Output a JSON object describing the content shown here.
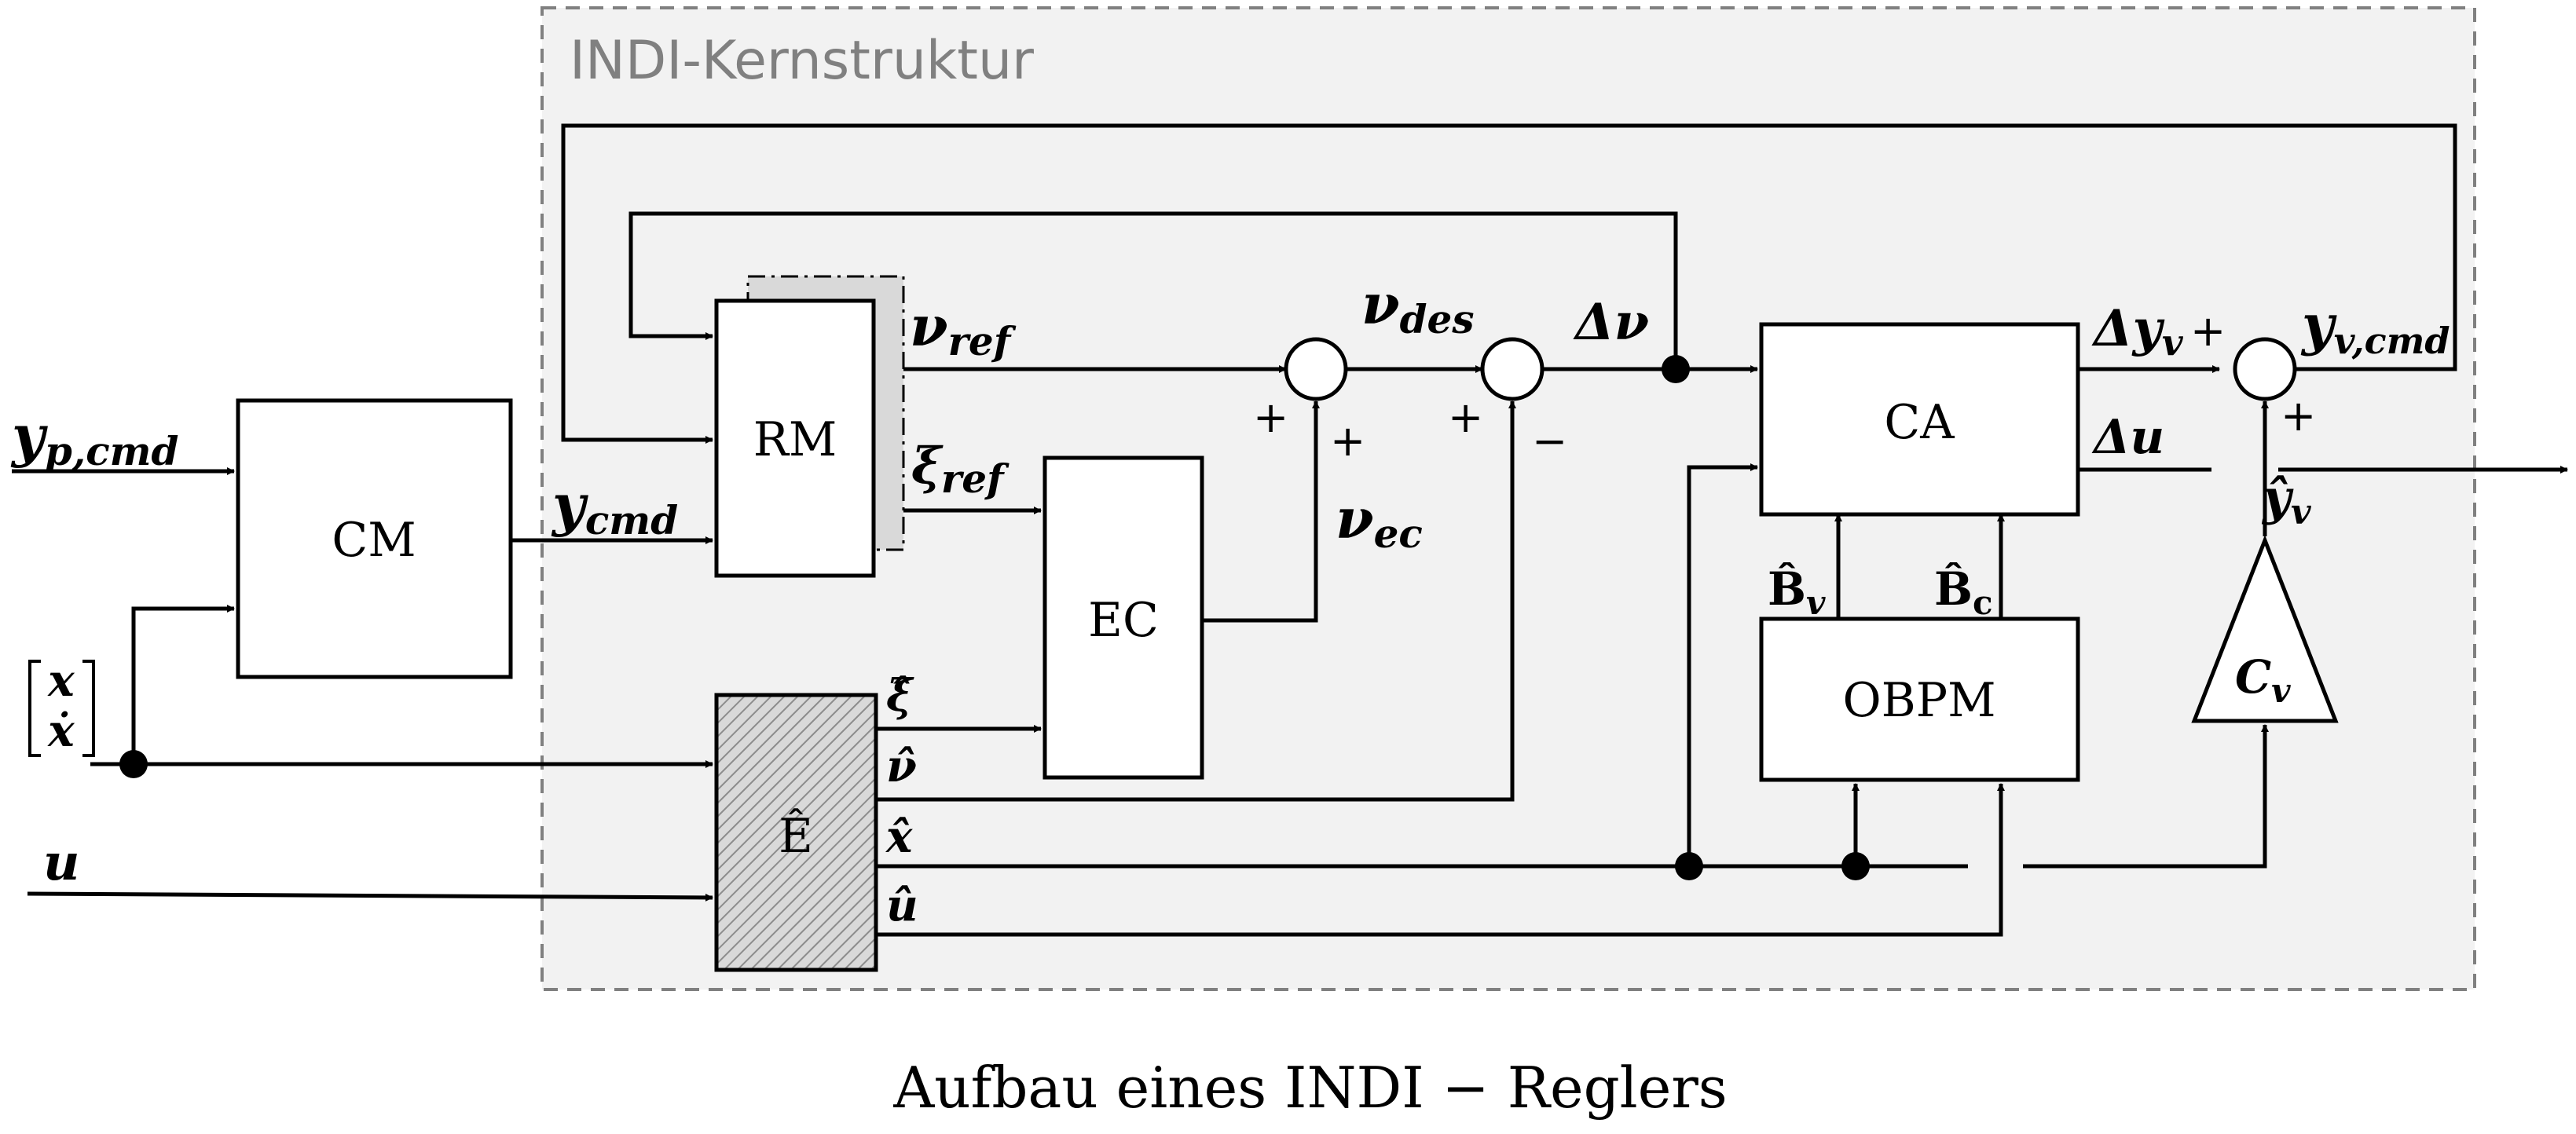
{
  "group": {
    "title": "INDI-Kernstruktur",
    "border_color": "#808080",
    "fill_color": "#f2f2f2",
    "title_color": "#808080"
  },
  "blocks": {
    "cm": "CM",
    "rm": "RM",
    "ec": "EC",
    "ca": "CA",
    "obpm": "OBPM",
    "e_hat": "Ê"
  },
  "signals": {
    "y_p_cmd": {
      "base": "y",
      "sub": "p,cmd"
    },
    "y_cmd": {
      "base": "y",
      "sub": "cmd"
    },
    "state_top": "x",
    "state_bottom": "ẋ",
    "u": "u",
    "nu_ref": {
      "base": "ν",
      "sub": "ref"
    },
    "xi_ref": {
      "base": "ξ",
      "sub": "ref"
    },
    "nu_des": {
      "base": "ν",
      "sub": "des"
    },
    "nu_ec": {
      "base": "ν",
      "sub": "ec"
    },
    "delta_nu": "Δν",
    "xi_hat": "ξ̂",
    "nu_hat": "ν̂",
    "x_hat": "x̂",
    "u_hat": "û",
    "delta_y_v": {
      "base": "Δy",
      "sub": "v"
    },
    "delta_u": "Δu",
    "y_v_cmd": {
      "base": "y",
      "sub": "v,cmd"
    },
    "y_hat_v": {
      "base": "ŷ",
      "sub": "v"
    },
    "b_hat_v": {
      "base": "B̂",
      "sub": "v"
    },
    "b_hat_c": {
      "base": "B̂",
      "sub": "c"
    },
    "c_v": {
      "base": "C",
      "sub": "v"
    }
  },
  "signs": {
    "sum1_left": "+",
    "sum1_bottom": "+",
    "sum2_left": "+",
    "sum2_bottom": "−",
    "sum3_top": "+",
    "sum3_bottom": "+"
  },
  "caption": "Aufbau eines INDI − Reglers"
}
